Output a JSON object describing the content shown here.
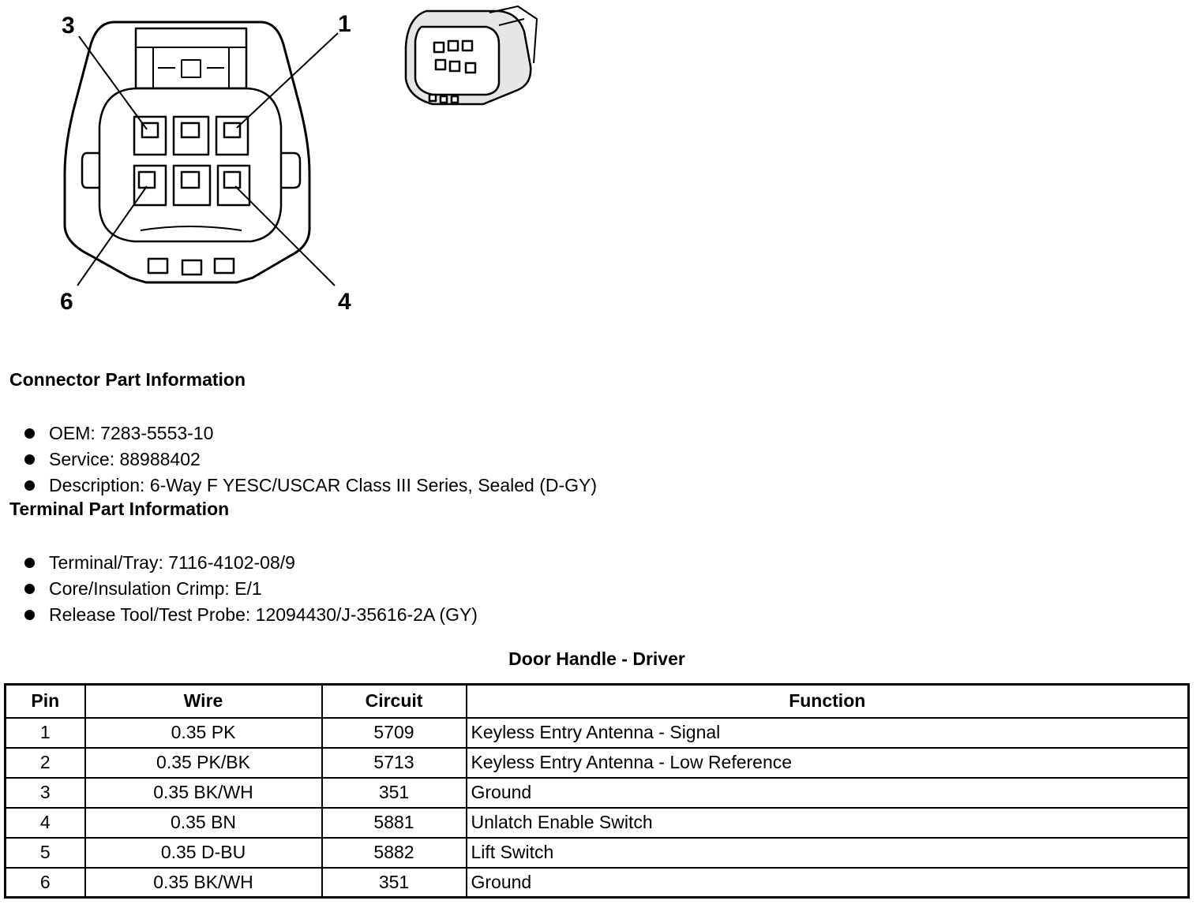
{
  "diagram": {
    "pin_labels": {
      "p1": "1",
      "p3": "3",
      "p4": "4",
      "p6": "6"
    }
  },
  "connector_info": {
    "title": "Connector Part Information",
    "items": [
      "OEM: 7283-5553-10",
      "Service: 88988402",
      "Description: 6-Way F YESC/USCAR Class III Series, Sealed (D-GY)"
    ]
  },
  "terminal_info": {
    "title": "Terminal Part Information",
    "items": [
      "Terminal/Tray: 7116-4102-08/9",
      "Core/Insulation Crimp: E/1",
      "Release Tool/Test Probe: 12094430/J-35616-2A (GY)"
    ]
  },
  "table": {
    "title": "Door Handle - Driver",
    "headers": [
      "Pin",
      "Wire",
      "Circuit",
      "Function"
    ],
    "rows": [
      [
        "1",
        "0.35 PK",
        "5709",
        "Keyless Entry Antenna - Signal"
      ],
      [
        "2",
        "0.35 PK/BK",
        "5713",
        "Keyless Entry Antenna - Low Reference"
      ],
      [
        "3",
        "0.35 BK/WH",
        "351",
        "Ground"
      ],
      [
        "4",
        "0.35 BN",
        "5881",
        "Unlatch Enable Switch"
      ],
      [
        "5",
        "0.35 D-BU",
        "5882",
        "Lift Switch"
      ],
      [
        "6",
        "0.35 BK/WH",
        "351",
        "Ground"
      ]
    ]
  }
}
